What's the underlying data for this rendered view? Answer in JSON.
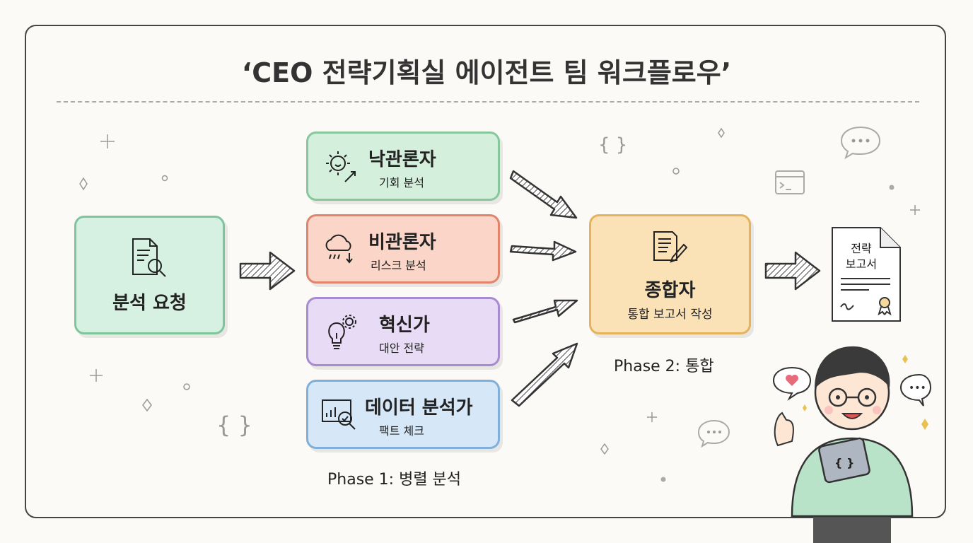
{
  "title": "‘CEO 전략기획실 에이전트 팀 워크플로우’",
  "request": {
    "label": "분석 요청",
    "icon": "document-search-icon"
  },
  "agents": [
    {
      "title": "낙관론자",
      "subtitle": "기회 분석",
      "icon": "sun-icon",
      "fill": "#d4f0dc",
      "stroke": "#86c79c"
    },
    {
      "title": "비관론자",
      "subtitle": "리스크 분석",
      "icon": "rain-cloud-icon",
      "fill": "#fbd5c8",
      "stroke": "#e0846c"
    },
    {
      "title": "혁신가",
      "subtitle": "대안 전략",
      "icon": "lightbulb-gear-icon",
      "fill": "#e7dbf6",
      "stroke": "#a98bd0"
    },
    {
      "title": "데이터 분석가",
      "subtitle": "팩트 체크",
      "icon": "chart-magnifier-icon",
      "fill": "#d6e8f8",
      "stroke": "#80b0da"
    }
  ],
  "synthesizer": {
    "title": "종합자",
    "subtitle": "통합 보고서 작성",
    "icon": "document-pen-icon",
    "fill": "#fbe2b6",
    "stroke": "#e6b35c"
  },
  "report": {
    "line1": "전략",
    "line2": "보고서"
  },
  "phase1": "Phase 1: 병렬 분석",
  "phase2": "Phase 2: 통합",
  "decor": {
    "braces": "{ }",
    "tablet": "{ }",
    "bubble": "•••"
  }
}
